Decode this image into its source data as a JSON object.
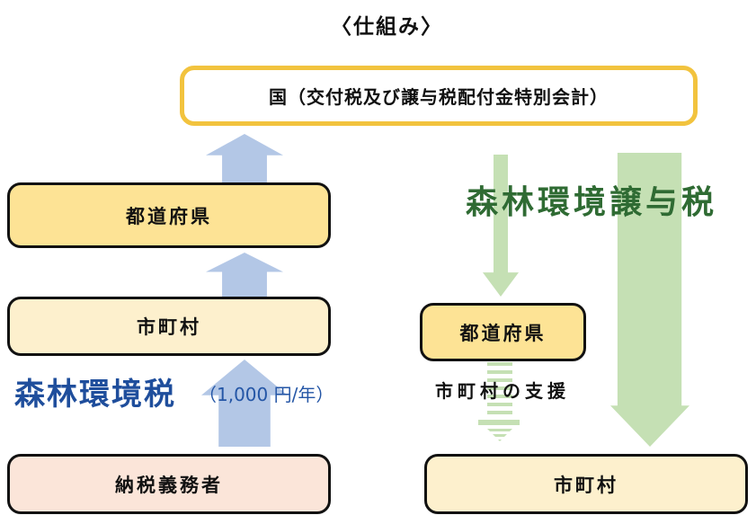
{
  "title": "〈仕組み〉",
  "national_box": {
    "label": "国（交付税及び譲与税配付金特別会計）"
  },
  "left_flow": {
    "prefecture": "都道府県",
    "municipality": "市町村",
    "taxpayer": "納税義務者",
    "tax_name": "森林環境税",
    "tax_amount": "（1,000 円/年）"
  },
  "right_flow": {
    "transfer_tax_name": "森林環境譲与税",
    "prefecture": "都道府県",
    "municipality": "市町村",
    "support_label": "市町村の支援"
  },
  "colors": {
    "blue_arrow": "#b3c7e6",
    "green_arrow": "#c5e0b4",
    "tax_text_blue": "#1f4e9c",
    "transfer_tax_text_green": "#2f6b33",
    "national_border_yellow": "#f2c33e",
    "prefecture_fill": "#fde395",
    "municipality_fill": "#fdf0cd",
    "taxpayer_fill": "#fbe5d9",
    "box_border": "#111111"
  }
}
